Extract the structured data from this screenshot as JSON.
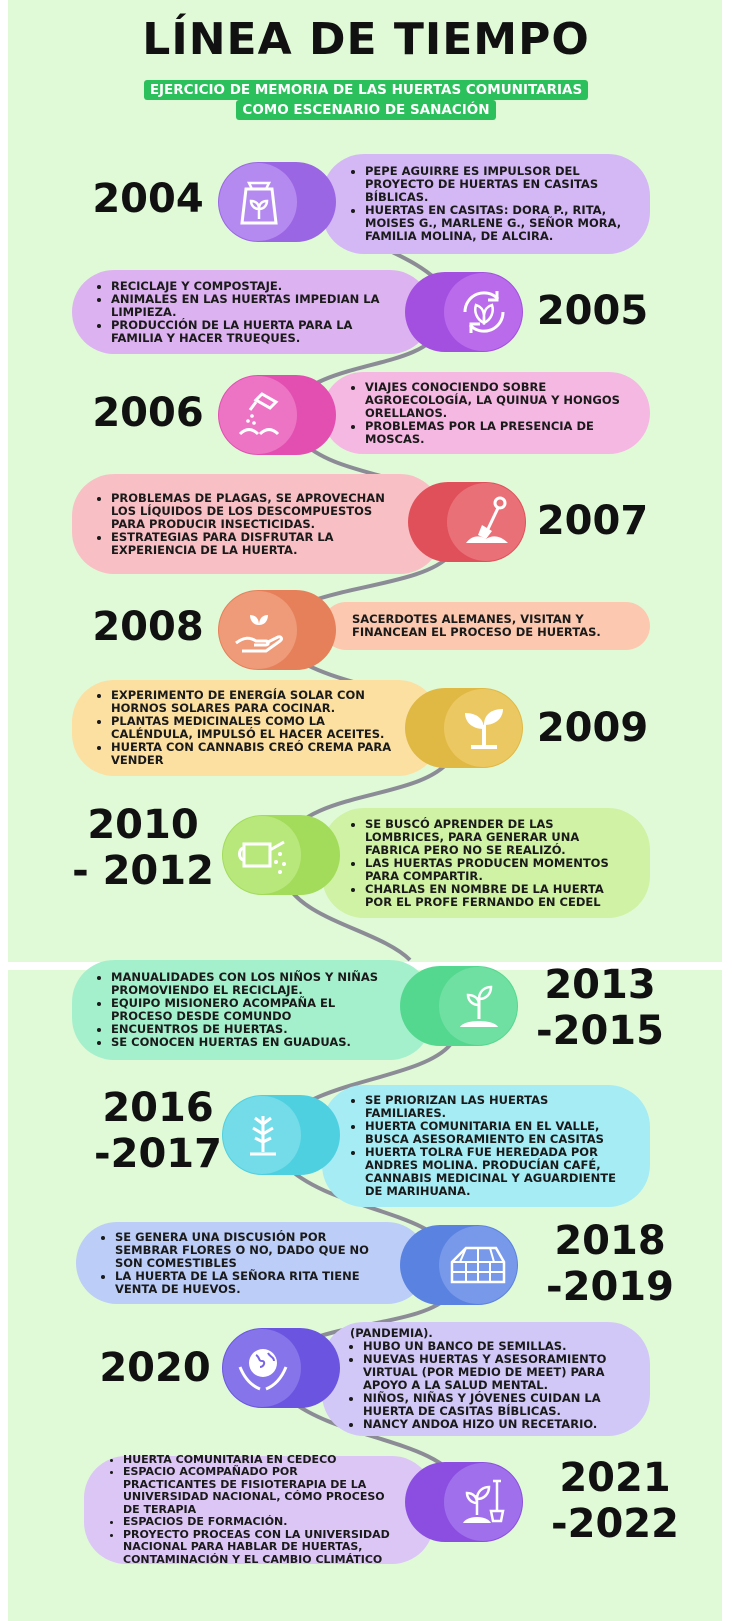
{
  "header": {
    "title": "LÍNEA DE TIEMPO",
    "subtitle_line1": "EJERCICIO DE MEMORIA DE LAS HUERTAS COMUNITARIAS",
    "subtitle_line2": "COMO ESCENARIO DE SANACIÓN"
  },
  "colors": {
    "background": "#e0fad8",
    "subtitle_bg": "#2cc05c",
    "purple": "#d4b8f5",
    "violet": "#c9a2f0",
    "pink": "#f5b8e2",
    "salmon": "#f8c0c4",
    "peach": "#fcc9b0",
    "yellow": "#fce0a2",
    "lime": "#cff2a5",
    "mint": "#a5f0cc",
    "cyan": "#a5ecf5",
    "blue": "#bccdf7",
    "lilac": "#d2c8f7"
  },
  "entries": [
    {
      "year": "2004",
      "icon": "seed-bag-icon",
      "items": [
        "PEPE AGUIRRE ES IMPULSOR DEL PROYECTO DE HUERTAS EN CASITAS BÍBLICAS.",
        "HUERTAS EN CASITAS: DORA P., RITA, MOISES G., MARLENE G., SEÑOR MORA, FAMILIA MOLINA, DE ALCIRA."
      ]
    },
    {
      "year": "2005",
      "icon": "recycle-leaf-icon",
      "items": [
        "RECICLAJE Y COMPOSTAJE.",
        "ANIMALES EN LAS HUERTAS IMPEDIAN LA LIMPIEZA.",
        "PRODUCCIÓN DE LA HUERTA PARA LA FAMILIA Y HACER TRUEQUES."
      ]
    },
    {
      "year": "2006",
      "icon": "watering-can-sprout-icon",
      "items": [
        "VIAJES CONOCIENDO SOBRE AGROECOLOGÍA, LA QUINUA Y HONGOS ORELLANOS.",
        "PROBLEMAS POR LA PRESENCIA DE MOSCAS."
      ]
    },
    {
      "year": "2007",
      "icon": "shovel-soil-icon",
      "items": [
        "PROBLEMAS DE PLAGAS, SE APROVECHAN LOS LÍQUIDOS DE LOS DESCOMPUESTOS PARA PRODUCIR INSECTICIDAS.",
        "ESTRATEGIAS PARA DISFRUTAR LA EXPERIENCIA DE LA HUERTA."
      ]
    },
    {
      "year": "2008",
      "icon": "hand-plant-icon",
      "text": "SACERDOTES ALEMANES, VISITAN Y FINANCEAN EL PROCESO DE HUERTAS."
    },
    {
      "year": "2009",
      "icon": "sprout-icon",
      "items": [
        "EXPERIMENTO DE ENERGÍA SOLAR CON HORNOS SOLARES PARA COCINAR.",
        "PLANTAS MEDICINALES COMO LA CALÉNDULA, IMPULSÓ EL HACER ACEITES.",
        "HUERTA CON CANNABIS CREÓ CREMA PARA VENDER"
      ]
    },
    {
      "year": "2010\n- 2012",
      "icon": "watering-can-icon",
      "items": [
        "SE BUSCÓ APRENDER DE LAS LOMBRICES, PARA GENERAR UNA FABRICA PERO NO SE REALIZÓ.",
        "LAS HUERTAS PRODUCEN MOMENTOS PARA COMPARTIR.",
        "CHARLAS EN NOMBRE DE LA HUERTA POR EL PROFE FERNANDO EN CEDEL"
      ]
    },
    {
      "year": "2013\n-2015",
      "icon": "plant-in-soil-icon",
      "items": [
        "MANUALIDADES CON LOS NIÑOS Y NIÑAS PROMOVIENDO EL RECICLAJE.",
        "EQUIPO MISIONERO ACOMPAÑA EL PROCESO DESDE COMUNDO",
        "ENCUENTROS DE HUERTAS.",
        "SE CONOCEN HUERTAS EN GUADUAS."
      ]
    },
    {
      "year": "2016\n-2017",
      "icon": "young-tree-icon",
      "items": [
        "SE PRIORIZAN LAS HUERTAS FAMILIARES.",
        "HUERTA COMUNITARIA EN EL VALLE, BUSCA ASESORAMIENTO EN CASITAS",
        "HUERTA TOLRA FUE HEREDADA POR ANDRES MOLINA. PRODUCÍAN CAFÉ, CANNABIS MEDICINAL Y AGUARDIENTE DE MARIHUANA."
      ]
    },
    {
      "year": "2018\n-2019",
      "icon": "greenhouse-icon",
      "items": [
        "SE GENERA UNA DISCUSIÓN POR SEMBRAR FLORES O NO, DADO QUE NO SON COMESTIBLES",
        "LA HUERTA DE LA SEÑORA RITA TIENE VENTA DE HUEVOS."
      ]
    },
    {
      "year": "2020",
      "icon": "globe-hands-icon",
      "intro": "(PANDEMIA).",
      "items": [
        "HUBO UN BANCO DE SEMILLAS.",
        "NUEVAS HUERTAS Y ASESORAMIENTO VIRTUAL (POR MEDIO DE MEET) PARA APOYO A LA SALUD MENTAL.",
        "NIÑOS, NIÑAS Y JÓVENES CUIDAN LA HUERTA DE CASITAS BÍBLICAS.",
        "NANCY ANDOA HIZO UN RECETARIO."
      ]
    },
    {
      "year": "2021\n-2022",
      "icon": "shovel-plant-icon",
      "items": [
        "HUERTA COMUNITARIA EN CEDECO",
        "ESPACIO ACOMPAÑADO POR PRACTICANTES DE FISIOTERAPIA DE LA UNIVERSIDAD NACIONAL, CÓMO PROCESO DE TERAPIA",
        "ESPACIOS DE FORMACIÓN.",
        "PROYECTO PROCEAS CON LA UNIVERSIDAD NACIONAL PARA HABLAR DE HUERTAS, CONTAMINACIÓN Y EL CAMBIO CLIMÁTICO"
      ]
    }
  ]
}
